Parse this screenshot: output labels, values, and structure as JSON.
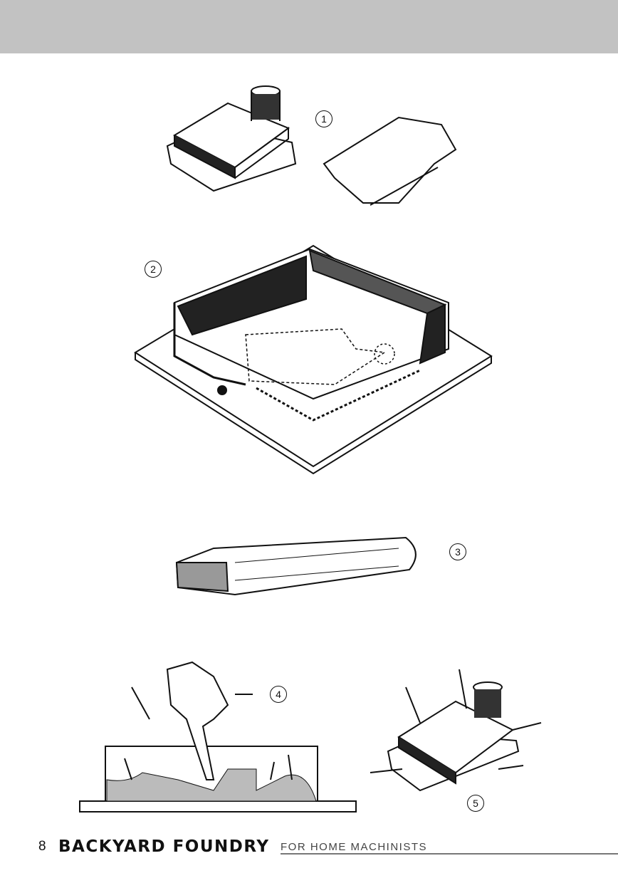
{
  "figures": [
    {
      "label": "1",
      "name": "pattern-on-board"
    },
    {
      "label": "2",
      "name": "flask-on-board"
    },
    {
      "label": "3",
      "name": "rammer"
    },
    {
      "label": "4",
      "name": "ramming-sand"
    },
    {
      "label": "5",
      "name": "pattern-pressed"
    }
  ],
  "footer": {
    "page_number": "8",
    "book_title": "BACKYARD FOUNDRY",
    "subtitle": "FOR HOME MACHINISTS"
  }
}
